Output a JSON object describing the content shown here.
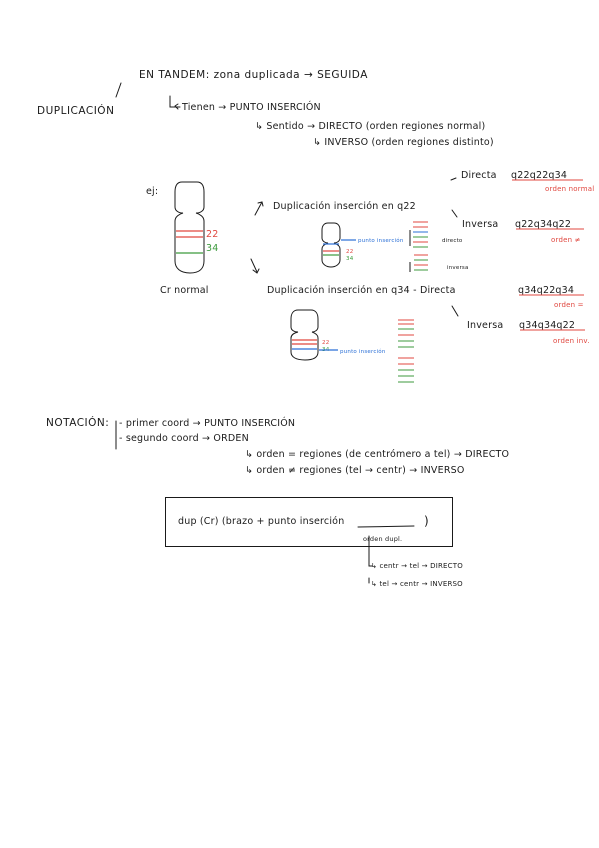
{
  "header": {
    "tandem": "EN TANDEM: zona duplicada → SEGUIDA",
    "duplicacion": "DUPLICACIÓN",
    "tienen": "Tienen → PUNTO INSERCIÓN",
    "sentido": "↳ Sentido → DIRECTO (orden regiones normal)",
    "inverso": "↳ INVERSO (orden regiones distinto)"
  },
  "example": {
    "ej": "ej:",
    "label_22": "22",
    "label_34": "34",
    "cr_normal": "Cr normal",
    "dup_q22": "Duplicación inserción en q22",
    "dup_q34": "Duplicación inserción en q34 - Directa",
    "directa_q22": "Directa",
    "directa_q22_seq": "q22q22q34",
    "orden_normal": "orden normal",
    "inversa_q22": "Inversa",
    "inversa_q22_seq": "q22q34q22",
    "orden_diff": "orden ≠",
    "q34_directa_seq": "q34q22q34",
    "orden_eq": "orden =",
    "inversa_q34": "Inversa",
    "inversa_q34_seq": "q34q34q22",
    "orden_inv": "orden inv.",
    "punto_insercion": "punto inserción",
    "punto_insercion_2": "punto inserción",
    "directo_small": "directo",
    "inversa_small": "inversa",
    "l22a": "22",
    "l34a": "34",
    "l22b": "22",
    "l34b": "34"
  },
  "notacion": {
    "title": "NOTACIÓN:",
    "primer": "- primer coord → PUNTO INSERCIÓN",
    "segundo": "- segundo coord → ORDEN",
    "orden_eq": "↳ orden = regiones (de centrómero a tel) → DIRECTO",
    "orden_neq": "↳ orden ≠ regiones (tel → centr) → INVERSO"
  },
  "formula": {
    "text": "dup (Cr) (brazo + punto inserción",
    "close": ")",
    "orden_dupl": "orden dupl."
  },
  "footer": {
    "centr_tel": "↳ centr → tel → DIRECTO",
    "tel_centr": "↳ tel → centr → INVERSO"
  },
  "colors": {
    "red": "#e0473f",
    "green": "#3c9a3c",
    "blue": "#2a6fd6",
    "ink": "#1a1a1a"
  }
}
